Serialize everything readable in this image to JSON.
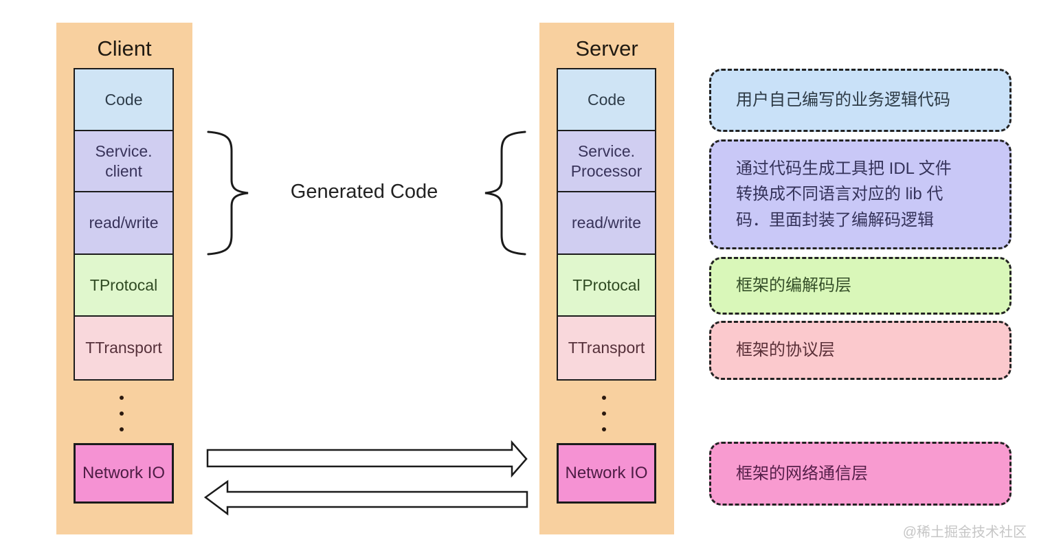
{
  "client": {
    "title": "Client",
    "layers": [
      {
        "id": "code",
        "label": "Code"
      },
      {
        "id": "service",
        "label": "Service.\nclient"
      },
      {
        "id": "readwrite",
        "label": "read/write"
      },
      {
        "id": "protocol",
        "label": "TProtocal"
      },
      {
        "id": "transport",
        "label": "TTransport"
      },
      {
        "id": "network",
        "label": "Network IO"
      }
    ]
  },
  "server": {
    "title": "Server",
    "layers": [
      {
        "id": "code",
        "label": "Code"
      },
      {
        "id": "service",
        "label": "Service.\nProcessor"
      },
      {
        "id": "readwrite",
        "label": "read/write"
      },
      {
        "id": "protocol",
        "label": "TProtocal"
      },
      {
        "id": "transport",
        "label": "TTransport"
      },
      {
        "id": "network",
        "label": "Network IO"
      }
    ]
  },
  "center": {
    "generated_code_label": "Generated Code"
  },
  "annotations": [
    {
      "id": "user-code",
      "text": "用户自己编写的业务逻辑代码"
    },
    {
      "id": "generated-lib",
      "text": "通过代码生成工具把 IDL 文件\n转换成不同语言对应的 lib 代\n码．里面封装了编解码逻辑"
    },
    {
      "id": "codec-layer",
      "text": "框架的编解码层"
    },
    {
      "id": "protocol-layer",
      "text": "框架的协议层"
    },
    {
      "id": "network-layer",
      "text": "框架的网络通信层"
    }
  ],
  "watermark": "@稀土掘金技术社区",
  "colors": {
    "panel_orange": "#f8d09f",
    "layer_code_blue": "#cfe4f5",
    "layer_generated_lavender": "#d0cef1",
    "layer_protocol_green": "#e0f7cd",
    "layer_transport_pink": "#f9d8dc",
    "layer_network_magenta": "#f592d3",
    "note_blue": "#c9e1f8",
    "note_lavender": "#c9c8f7",
    "note_green": "#d9f7b9",
    "note_pink": "#fbc9cd",
    "note_magenta": "#f89bd0",
    "border_black": "#1b1b1b"
  }
}
